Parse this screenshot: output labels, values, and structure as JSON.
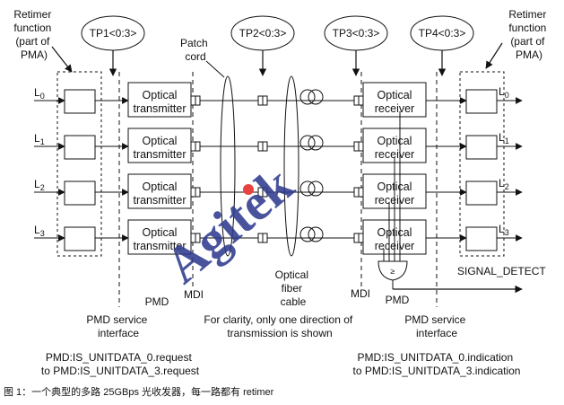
{
  "labels": {
    "retimer_left": [
      "Retimer",
      "function",
      "(part of",
      "PMA)"
    ],
    "retimer_right": [
      "Retimer",
      "function",
      "(part of",
      "PMA)"
    ],
    "tp1": "TP1<0:3>",
    "tp2": "TP2<0:3>",
    "tp3": "TP3<0:3>",
    "tp4": "TP4<0:3>",
    "patch_cord": [
      "Patch",
      "cord"
    ],
    "optical_transmitter": [
      "Optical",
      "transmitter"
    ],
    "optical_receiver": [
      "Optical",
      "receiver"
    ],
    "lanes": [
      "L",
      "L",
      "L",
      "L"
    ],
    "lane_subs": [
      "0",
      "1",
      "2",
      "3"
    ],
    "pmd_left": "PMD",
    "pmd_right": "PMD",
    "mdi_left": "MDI",
    "mdi_right": "MDI",
    "optical_fiber_cable": [
      "Optical",
      "fiber",
      "cable"
    ],
    "signal_detect": "SIGNAL_DETECT",
    "pmd_service_left": [
      "PMD service",
      "interface"
    ],
    "pmd_service_right": [
      "PMD service",
      "interface"
    ],
    "clarity_note": [
      "For clarity, only one direction of",
      "transmission is shown"
    ],
    "request": [
      "PMD:IS_UNITDATA_0.request",
      "to PMD:IS_UNITDATA_3.request"
    ],
    "indication": [
      "PMD:IS_UNITDATA_0.indication",
      "to PMD:IS_UNITDATA_3.indication"
    ],
    "gate_symbol": "≥",
    "watermark": "Agitek"
  },
  "caption": "图 1：一个典型的多路 25GBps 光收发器，每一路都有 retimer",
  "colors": {
    "line": "#111111",
    "watermark": "#2f3c8f",
    "dot": "#e8433f"
  }
}
